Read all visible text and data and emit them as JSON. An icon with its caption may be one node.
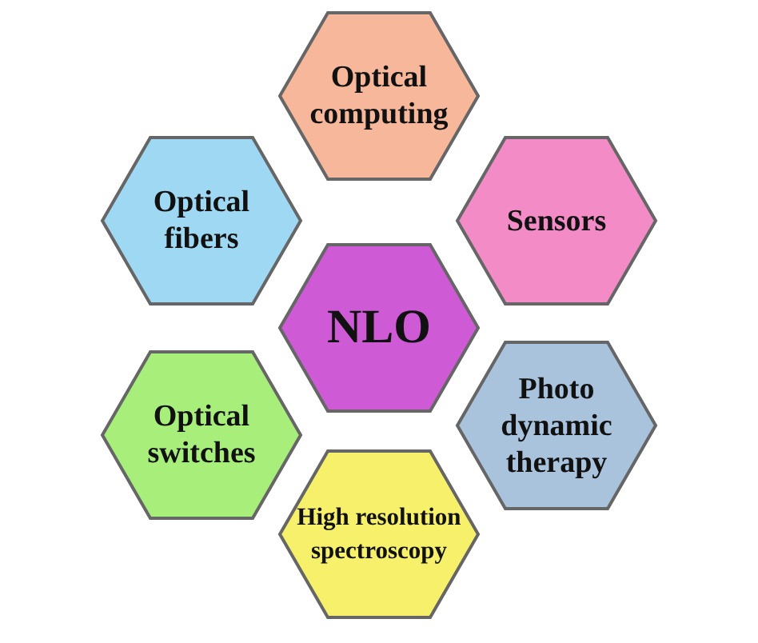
{
  "diagram": {
    "nodes": [
      {
        "text": [
          "Optical computing"
        ]
      },
      {
        "text": [
          "Optical fibers"
        ]
      },
      {
        "text": [
          "Sensors"
        ]
      },
      {
        "text": [
          "NLO"
        ]
      },
      {
        "text": [
          "Optical switches"
        ]
      },
      {
        "text": [
          "Photo dynamic therapy"
        ]
      },
      {
        "text": [
          "High resolution spectroscopy"
        ]
      }
    ]
  }
}
